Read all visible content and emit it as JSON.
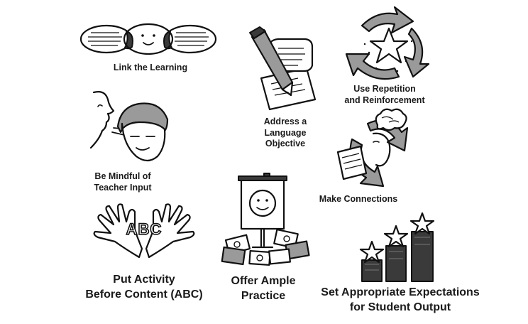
{
  "items": {
    "link": {
      "line1": "Link the Learning"
    },
    "address": {
      "line1": "Address a",
      "line2": "Language",
      "line3": "Objective"
    },
    "repetition": {
      "line1": "Use Repetition",
      "line2": "and Reinforcement"
    },
    "mindful": {
      "line1": "Be Mindful of",
      "line2": "Teacher Input"
    },
    "connections": {
      "line1": "Make Connections"
    },
    "activity": {
      "line1": "Put Activity",
      "line2": "Before Content (ABC)",
      "hands_text": "ABC"
    },
    "practice": {
      "line1": "Offer Ample",
      "line2": "Practice"
    },
    "expectations": {
      "line1": "Set Appropriate Expectations",
      "line2": "for Student Output"
    }
  },
  "colors": {
    "ink": "#111111",
    "shade": "#9a9a9a",
    "dark": "#3a3a3a",
    "paper": "#ffffff"
  },
  "icons": [
    "linked-circles-icon",
    "pencil-paper-icon",
    "recycle-star-icon",
    "speaking-face-icon",
    "connection-thinker-icon",
    "abc-hands-icon",
    "flipchart-cards-icon",
    "star-podium-icon"
  ]
}
